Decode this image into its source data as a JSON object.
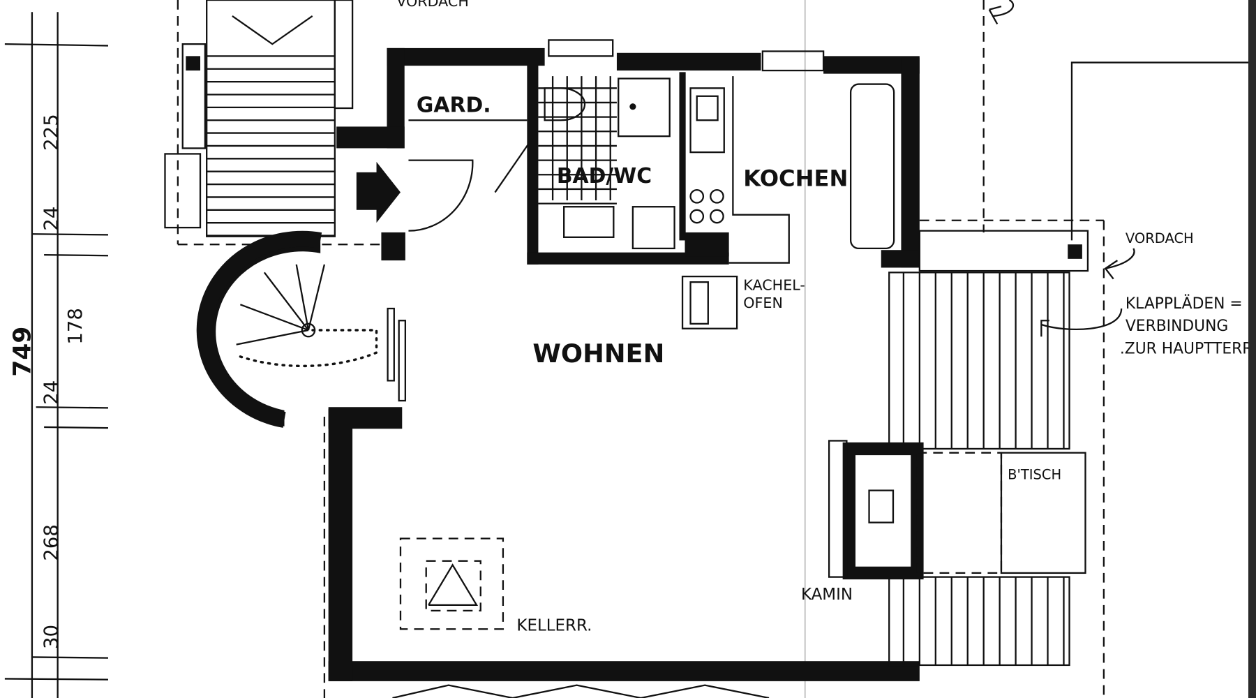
{
  "plan": {
    "labels": {
      "vordach_top": "VORDACH",
      "gard": "GARD.",
      "bad_wc": "BAD/WC",
      "kochen": "KOCHEN",
      "kachelofen_1": "KACHEL-",
      "kachelofen_2": "OFEN",
      "wohnen": "WOHNEN",
      "kellerr": "KELLERR.",
      "kamin": "KAMIN",
      "btisch": "B'TISCH",
      "vordach_right": "VORDACH",
      "note_1": "KLAPPLÄDEN =",
      "note_2": "VERBINDUNG",
      "note_3": ".ZUR HAUPTTERR"
    },
    "dimensions": {
      "total": "749",
      "segments": [
        "225",
        "24",
        "178",
        "24",
        "268",
        "30"
      ]
    }
  }
}
